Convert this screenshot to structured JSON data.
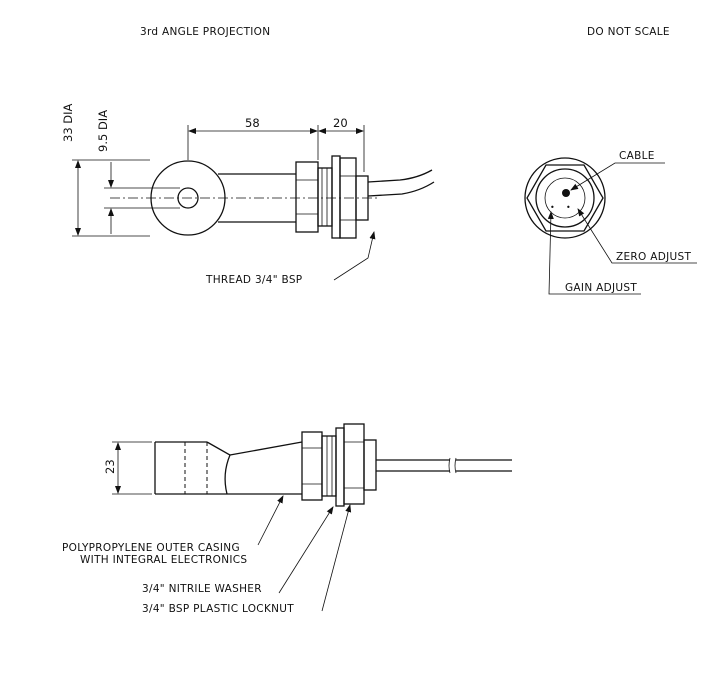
{
  "header": {
    "projection": "3rd ANGLE PROJECTION",
    "scale_note": "DO NOT SCALE"
  },
  "dimensions": {
    "body_length": "58",
    "nut_length": "20",
    "outer_dia": "33 DIA",
    "bore_dia": "9.5 DIA",
    "side_dia": "23"
  },
  "callouts": {
    "thread": "THREAD 3/4\" BSP",
    "cable": "CABLE",
    "zero_adjust": "ZERO ADJUST",
    "gain_adjust": "GAIN ADJUST",
    "casing_line1": "POLYPROPYLENE OUTER CASING",
    "casing_line2": "WITH INTEGRAL ELECTRONICS",
    "washer": "3/4\" NITRILE WASHER",
    "locknut": "3/4\" BSP PLASTIC LOCKNUT"
  }
}
